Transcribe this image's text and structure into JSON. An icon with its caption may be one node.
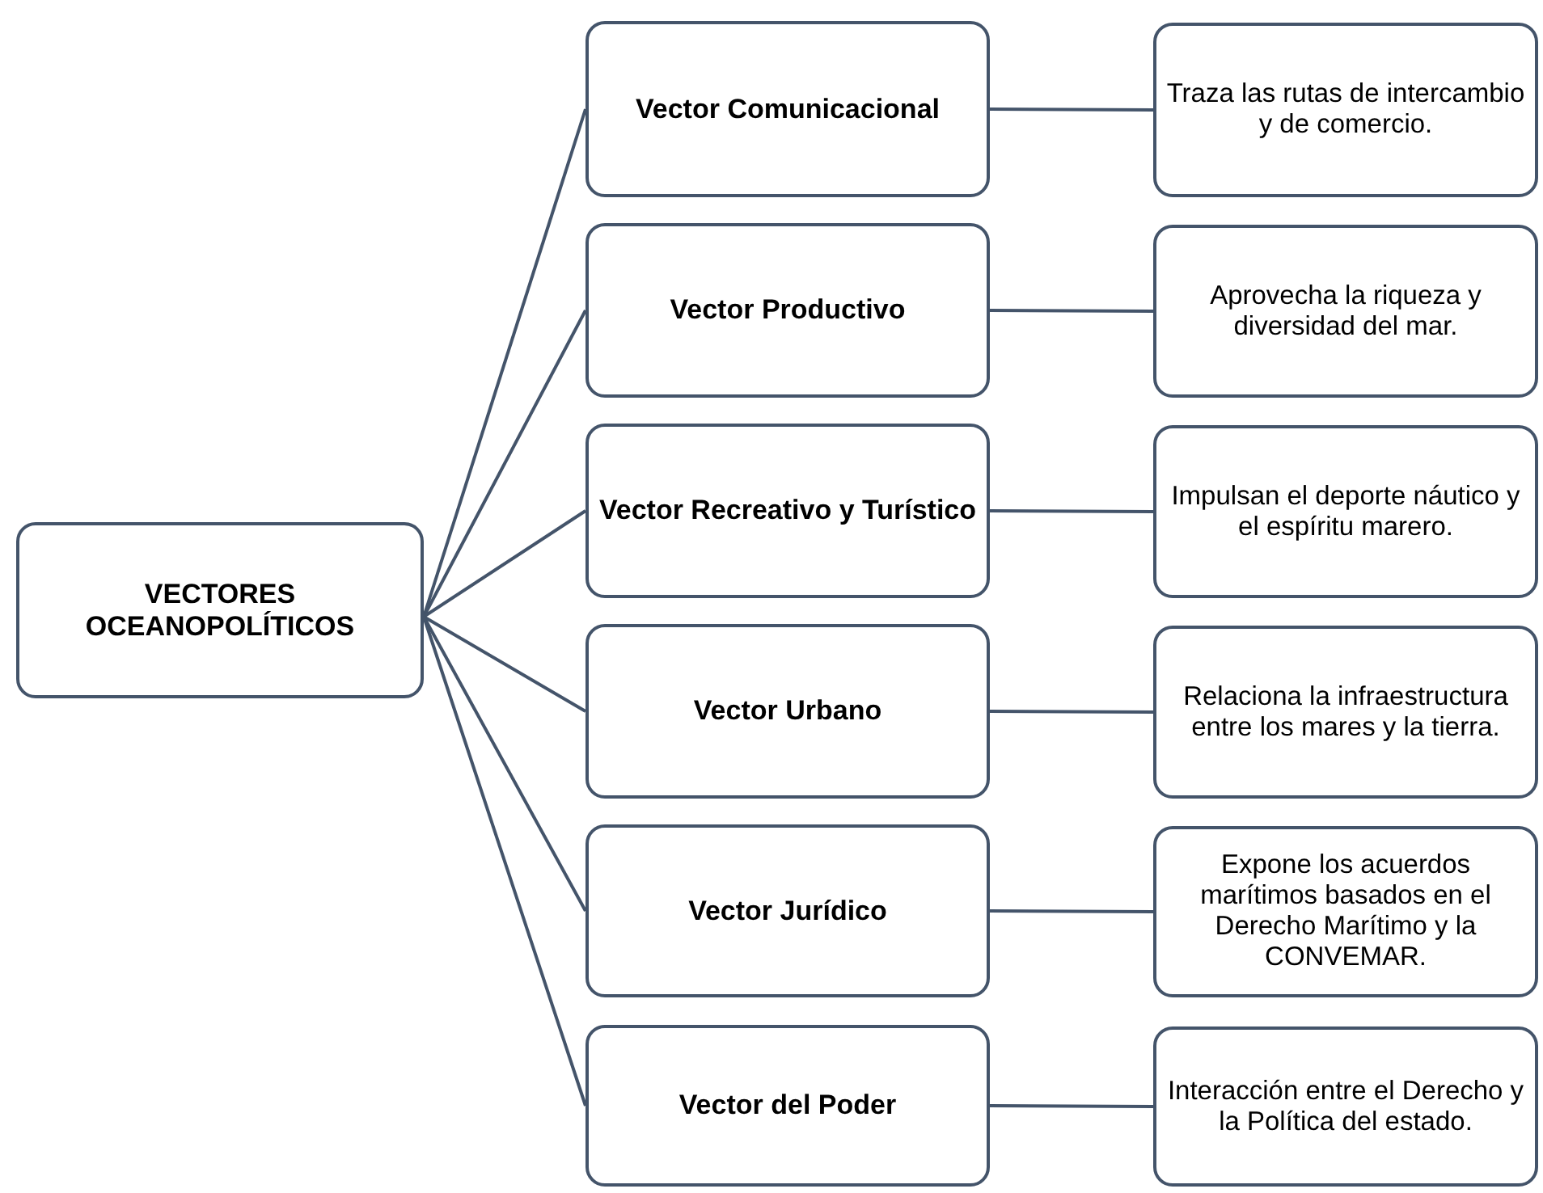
{
  "diagram": {
    "nodes": [
      {
        "text": [
          "VECTORES OCEANOPOLÍTICOS"
        ]
      },
      {
        "text": [
          "Vector Comunicacional"
        ]
      },
      {
        "text": [
          "Traza las rutas de intercambio y de comercio."
        ]
      },
      {
        "text": [
          "Vector Productivo"
        ]
      },
      {
        "text": [
          "Aprovecha la riqueza y diversidad del mar."
        ]
      },
      {
        "text": [
          "Vector Recreativo y Turístico"
        ]
      },
      {
        "text": [
          "Impulsan el deporte náutico y el espíritu marero."
        ]
      },
      {
        "text": [
          "Vector Urbano"
        ]
      },
      {
        "text": [
          "Relaciona la infraestructura entre los mares y la tierra."
        ]
      },
      {
        "text": [
          "Vector Jurídico"
        ]
      },
      {
        "text": [
          "Expone los acuerdos marítimos basados en el Derecho Marítimo y la CONVEMAR."
        ]
      },
      {
        "text": [
          "Vector del Poder"
        ]
      },
      {
        "text": [
          "Interacción entre el Derecho y la Política del estado."
        ]
      }
    ],
    "edges": [
      {
        "from": 0,
        "to": 1,
        "arrow": "none"
      },
      {
        "from": 0,
        "to": 3,
        "arrow": "none"
      },
      {
        "from": 0,
        "to": 5,
        "arrow": "none"
      },
      {
        "from": 0,
        "to": 7,
        "arrow": "none"
      },
      {
        "from": 0,
        "to": 9,
        "arrow": "none"
      },
      {
        "from": 0,
        "to": 11,
        "arrow": "none"
      },
      {
        "from": 1,
        "to": 2,
        "arrow": "none"
      },
      {
        "from": 3,
        "to": 4,
        "arrow": "none"
      },
      {
        "from": 5,
        "to": 6,
        "arrow": "none"
      },
      {
        "from": 7,
        "to": 8,
        "arrow": "none"
      },
      {
        "from": 9,
        "to": 10,
        "arrow": "none"
      },
      {
        "from": 11,
        "to": 12,
        "arrow": "none"
      }
    ]
  }
}
